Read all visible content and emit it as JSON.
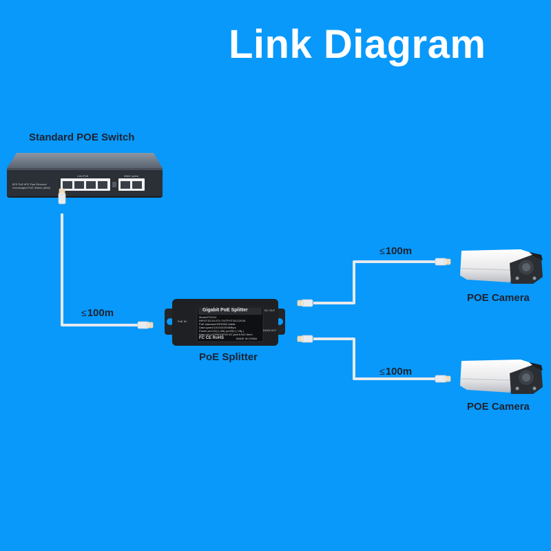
{
  "title": "Link Diagram",
  "devices": {
    "switch": {
      "label": "Standard POE Switch",
      "panel_text": [
        "8FE PoE 8FE Fast Ethernet",
        "Unmanaged PoE Switch (af/at)"
      ],
      "port_groups": [
        "LAN PoE",
        "WAN Uplink"
      ]
    },
    "splitter": {
      "label": "PoE Splitter",
      "panel_title": "Gigabit PoE Splitter",
      "spec_lines": [
        "Model:POG12",
        "INPUT:DC44-57V   OUTPUT:DC12V2A",
        "PoE standard:IEEE802.3af/at",
        "Data speed:10/100/1000Mbps",
        "Power pin:1/2(+),3/6(-)or4/5(+),7/8(-)",
        "Data pin:1/2/3/6/4/5/7/8  DC jack:5.5x2.5mm"
      ],
      "certs": "FC CE RoHS",
      "origin": "MADE IN CHINA",
      "port_in": "PoE IN",
      "port_dc_out": "DC OUT",
      "port_data_out": "DATA OUT"
    },
    "cameras": [
      {
        "label": "POE Camera"
      },
      {
        "label": "POE Camera"
      }
    ]
  },
  "links": [
    {
      "from": "switch",
      "to": "splitter",
      "le_symbol": "≤",
      "distance": "100m"
    },
    {
      "from": "splitter",
      "to": "camera-1",
      "le_symbol": "≤",
      "distance": "100m"
    },
    {
      "from": "splitter",
      "to": "camera-2",
      "le_symbol": "≤",
      "distance": "100m"
    }
  ],
  "colors": {
    "background": "#0899fb",
    "title": "#ffffff",
    "label": "#1b2230",
    "cable": "#e6e9ee"
  }
}
